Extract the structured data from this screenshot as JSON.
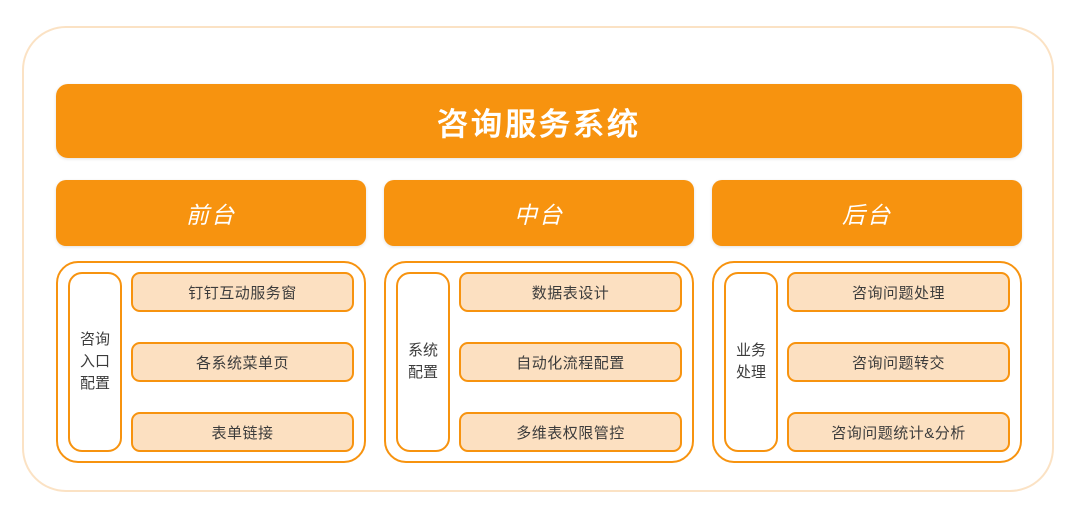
{
  "diagram": {
    "title": "咨询服务系统",
    "columns": [
      {
        "header": "前台",
        "group_label": "咨询\n入口\n配置",
        "items": [
          "钉钉互动服务窗",
          "各系统菜单页",
          "表单链接"
        ]
      },
      {
        "header": "中台",
        "group_label": "系统\n配置",
        "items": [
          "数据表设计",
          "自动化流程配置",
          "多维表权限管控"
        ]
      },
      {
        "header": "后台",
        "group_label": "业务\n处理",
        "items": [
          "咨询问题处理",
          "咨询问题转交",
          "咨询问题统计&分析"
        ]
      }
    ]
  },
  "colors": {
    "accent_orange": "#f7930f",
    "item_fill": "#fce0c1",
    "frame_border": "#fbe2c4",
    "text_dark": "#3c3c3c",
    "text_light": "#ffffff",
    "background": "#ffffff"
  }
}
